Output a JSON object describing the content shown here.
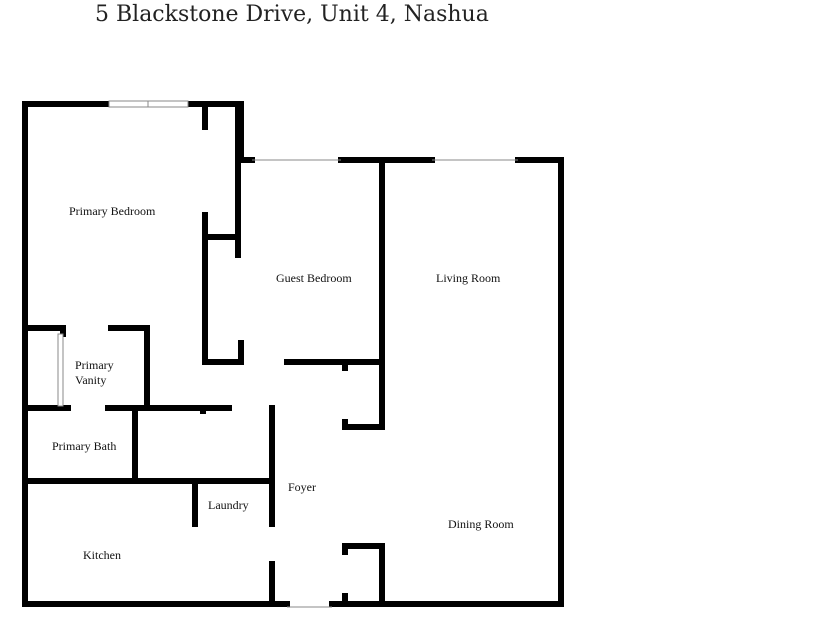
{
  "title": "5 Blackstone Drive, Unit 4, Nashua",
  "colors": {
    "wall": "#000000",
    "window": "#888888",
    "text": "#111111"
  },
  "rooms": {
    "primary_bedroom": "Primary Bedroom",
    "guest_bedroom": "Guest Bedroom",
    "living_room": "Living Room",
    "primary_vanity_line1": "Primary",
    "primary_vanity_line2": "Vanity",
    "primary_bath": "Primary Bath",
    "laundry": "Laundry",
    "foyer": "Foyer",
    "dining_room": "Dining Room",
    "kitchen": "Kitchen"
  }
}
